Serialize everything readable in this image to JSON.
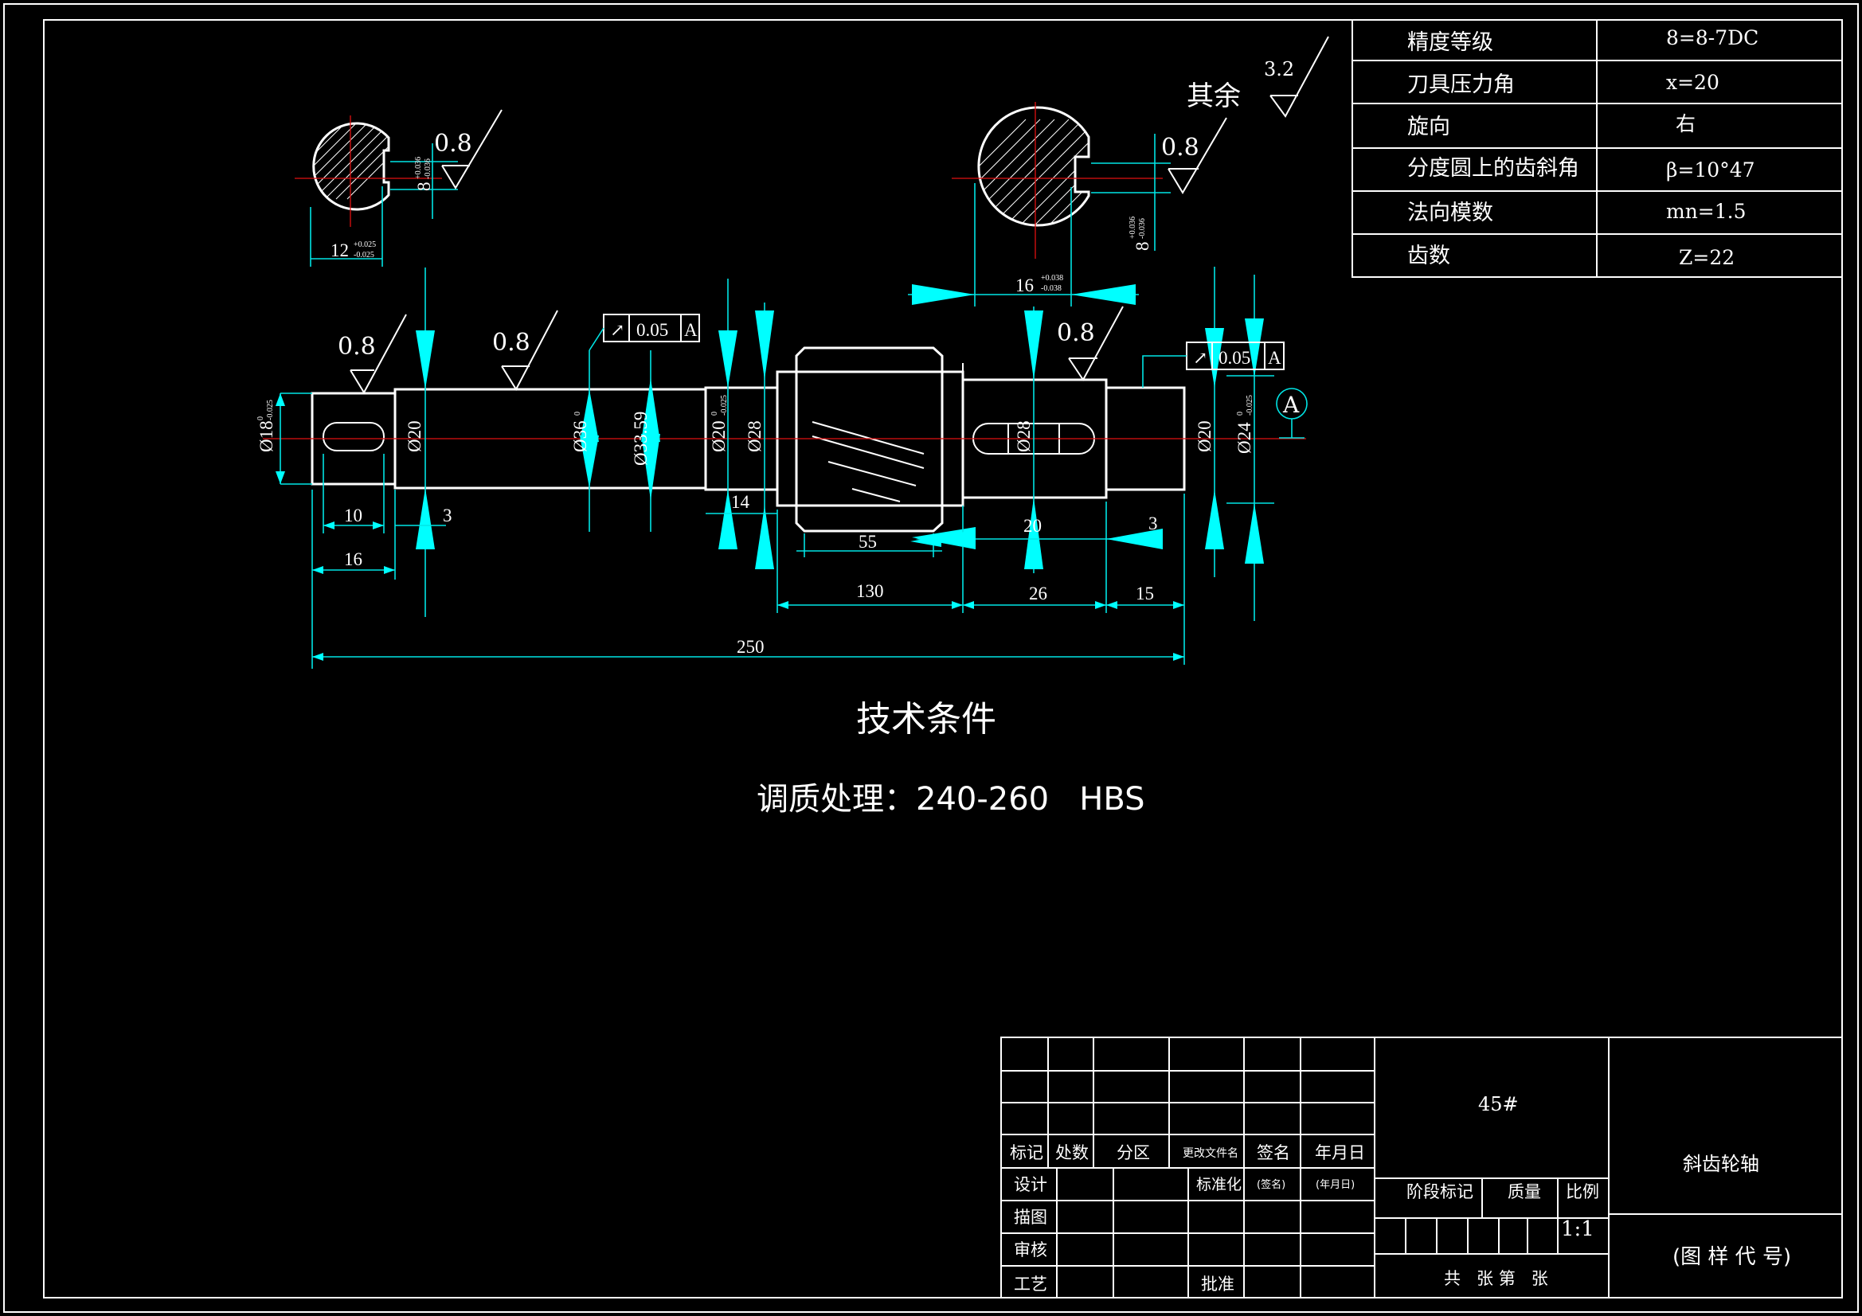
{
  "spec_table": {
    "rows": [
      {
        "label": "精度等级",
        "value": "8=8-7DC"
      },
      {
        "label": "刀具压力角",
        "value": "x=20"
      },
      {
        "label": "旋向",
        "value": "右"
      },
      {
        "label": "分度圆上的齿斜角",
        "value": "β=10°47"
      },
      {
        "label": "法向模数",
        "value": "mn=1.5"
      },
      {
        "label": "齿数",
        "value": "Z=22"
      }
    ]
  },
  "roughness": {
    "general_prefix": "其余",
    "general_value": "3.2",
    "section_left": "0.8",
    "section_right": "0.8",
    "shaft_1": "0.8",
    "shaft_2": "0.8",
    "shaft_3": "0.8"
  },
  "tolerance_frames": [
    {
      "symbol": "↗",
      "value": "0.05",
      "datum": "A"
    },
    {
      "symbol": "↗",
      "value": "0.05",
      "datum": "A"
    }
  ],
  "datum_label": "A",
  "sections": {
    "left_width": "12",
    "left_width_tol_upper": "+0.025",
    "left_width_tol_lower": "-0.025",
    "left_depth": "8",
    "left_depth_tol_upper": "+0.036",
    "left_depth_tol_lower": "-0.036",
    "right_width": "16",
    "right_width_tol_upper": "+0.038",
    "right_width_tol_lower": "-0.038",
    "right_depth": "8",
    "right_depth_tol_upper": "+0.036",
    "right_depth_tol_lower": "-0.036"
  },
  "diameters": {
    "d18": "Ø18",
    "d18_tol_upper": "0",
    "d18_tol_lower": "-0.025",
    "d20a": "Ø20",
    "d36": "Ø36",
    "d36_tol_upper": "0",
    "d33_59": "Ø33.59",
    "d20b": "Ø20",
    "d20b_tol_upper": "0",
    "d20b_tol_lower": "-0.025",
    "d28a": "Ø28",
    "d28b": "Ø28",
    "d20c": "Ø20",
    "d24": "Ø24",
    "d24_tol_upper": "0",
    "d24_tol_lower": "-0.025"
  },
  "lengths": {
    "l10": "10",
    "l3a": "3",
    "l16": "16",
    "l14": "14",
    "l55": "55",
    "l20": "20",
    "l3b": "3",
    "l130": "130",
    "l26": "26",
    "l15": "15",
    "l250": "250"
  },
  "notes": {
    "title": "技术条件",
    "content": "调质处理：240-260   HBS"
  },
  "title_block": {
    "material": "45#",
    "part_name": "斜齿轮轴",
    "drawing_no": "(图 样 代 号)",
    "scale": "1:1",
    "sheets": "共   张 第   张",
    "headers": [
      "标记",
      "处数",
      "分区",
      "更改文件名",
      "签名",
      "年月日"
    ],
    "row_design": "设计",
    "row_draw": "描图",
    "row_check": "审核",
    "row_process": "工艺",
    "standardize": "标准化",
    "sign_paren": "(签名)",
    "date_paren": "(年月日)",
    "approve": "批准",
    "stage_mark": "阶段标记",
    "mass": "质量",
    "ratio": "比例"
  }
}
